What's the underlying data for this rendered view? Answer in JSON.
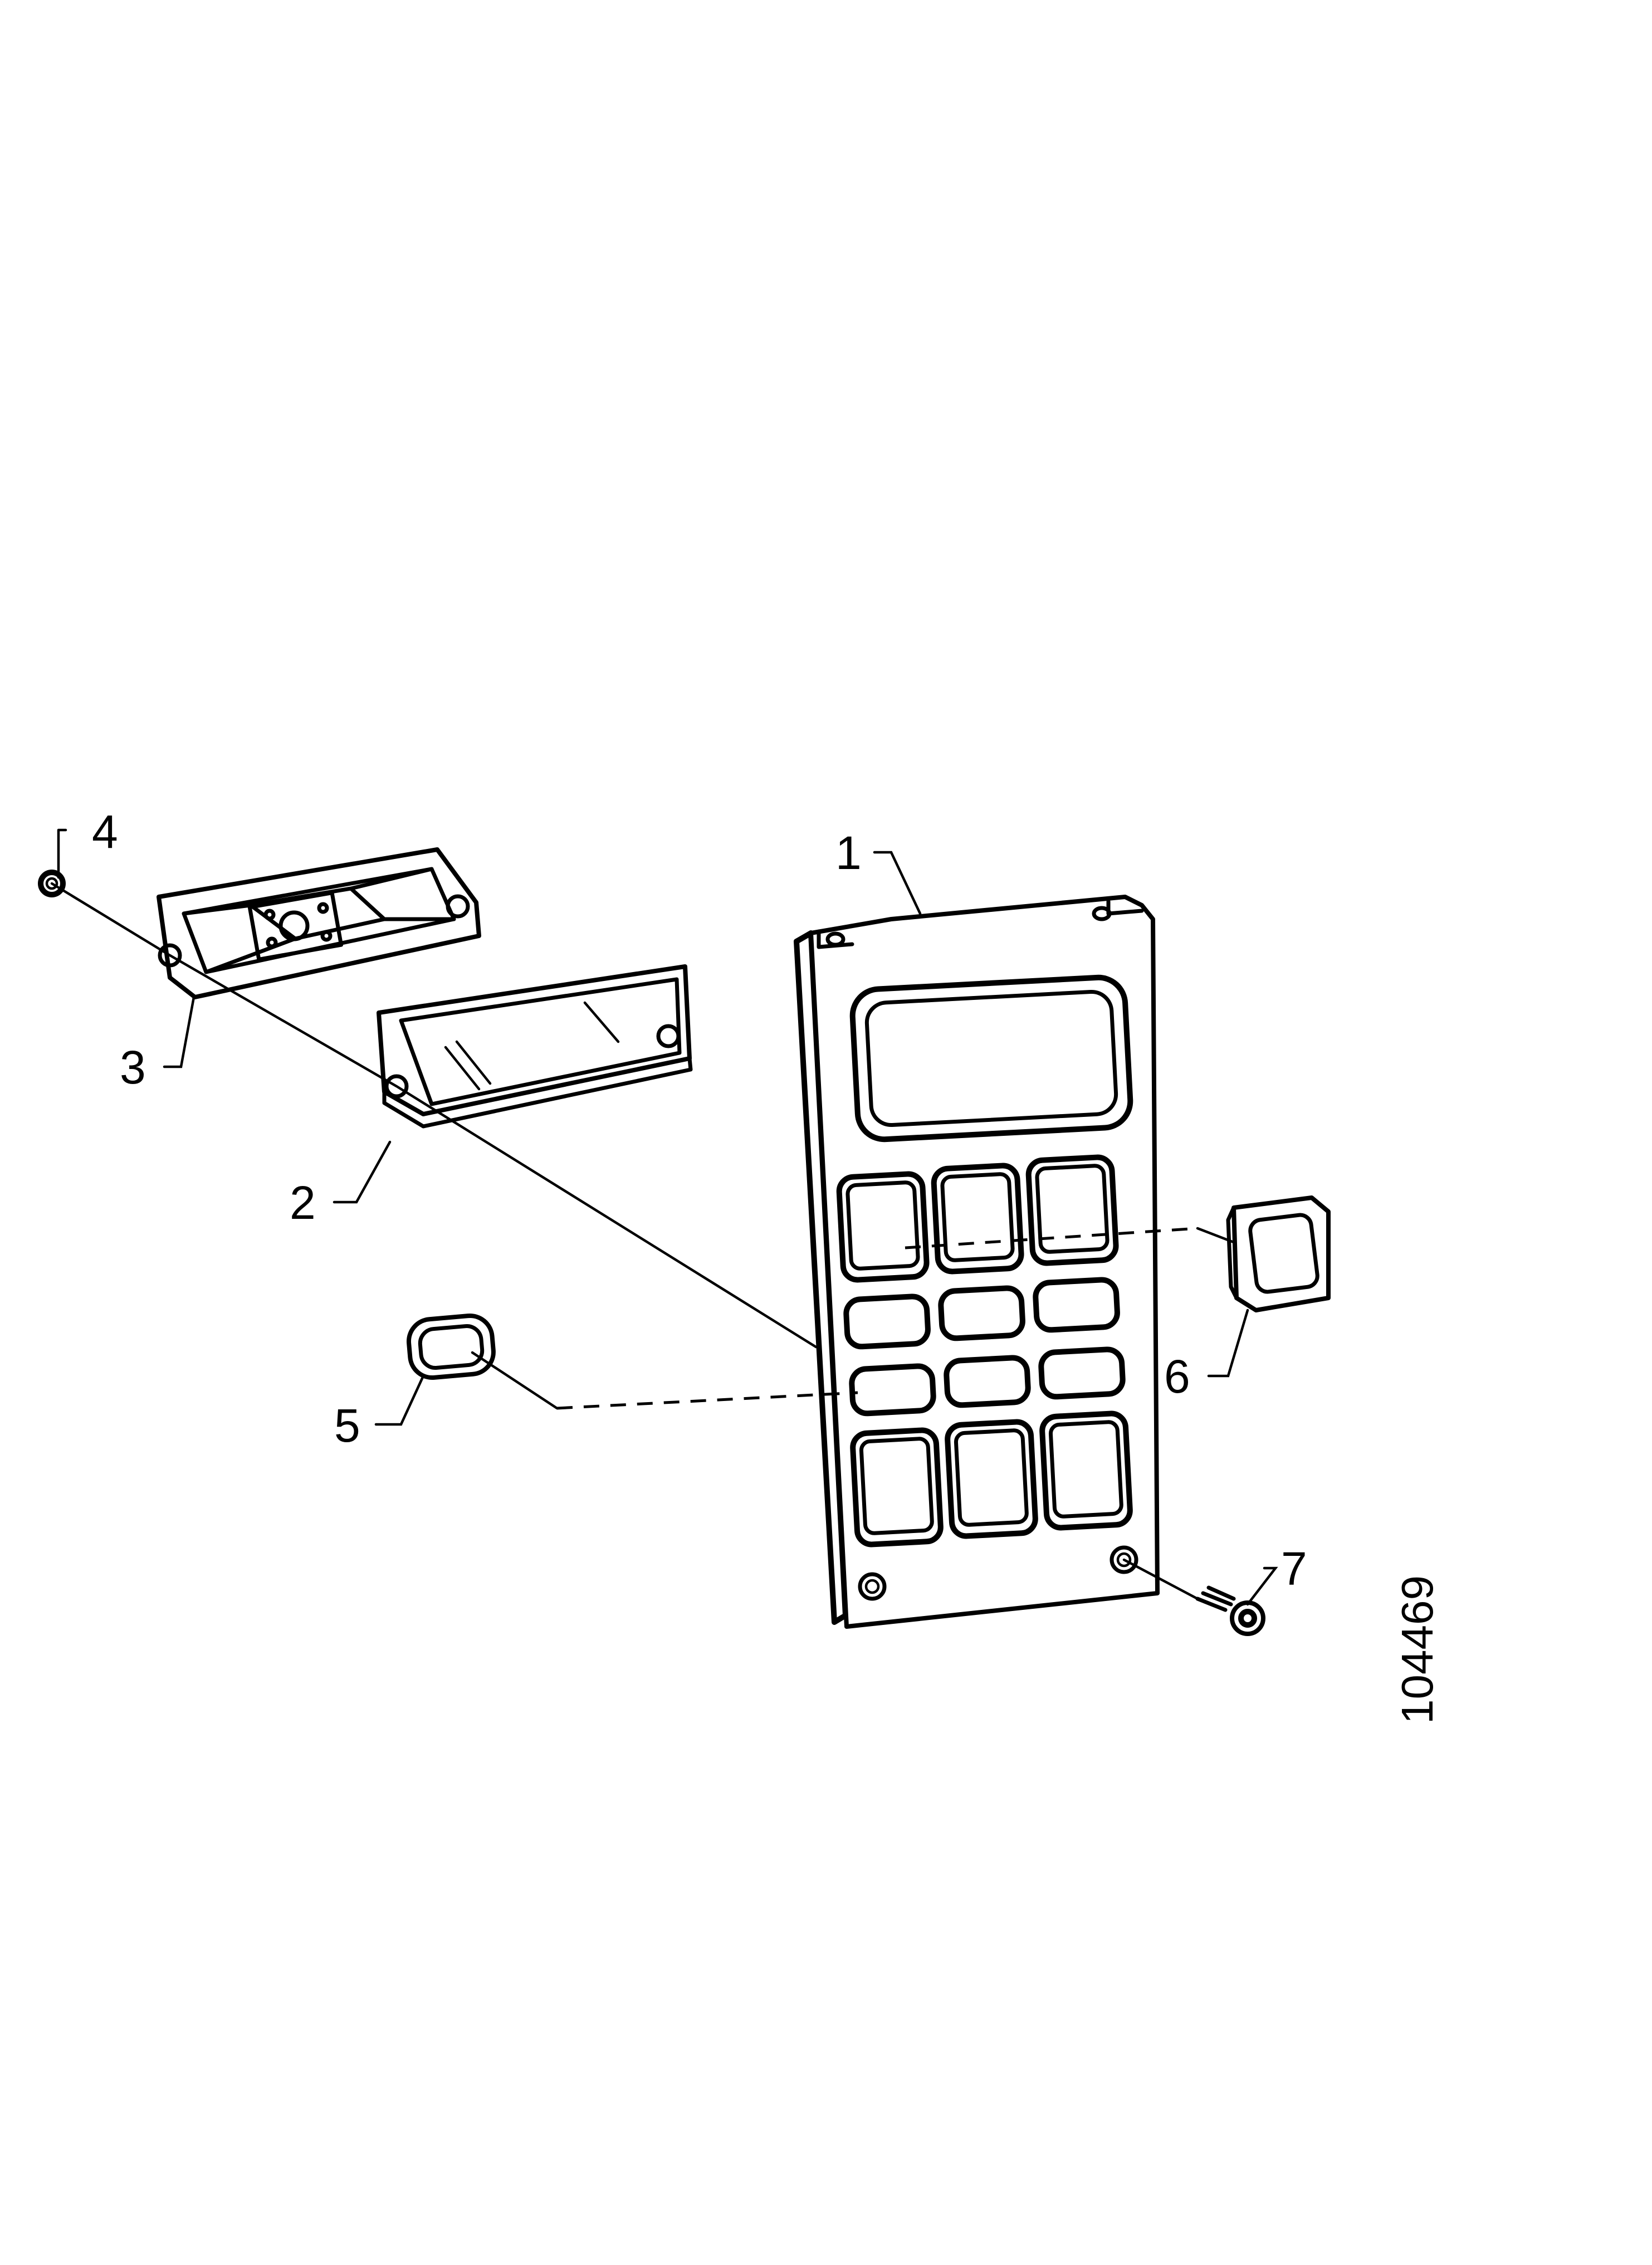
{
  "diagram": {
    "drawing_number": "104469",
    "callouts": [
      {
        "id": "1",
        "label": "1"
      },
      {
        "id": "2",
        "label": "2"
      },
      {
        "id": "3",
        "label": "3"
      },
      {
        "id": "4",
        "label": "4"
      },
      {
        "id": "5",
        "label": "5"
      },
      {
        "id": "6",
        "label": "6"
      },
      {
        "id": "7",
        "label": "7"
      }
    ]
  }
}
